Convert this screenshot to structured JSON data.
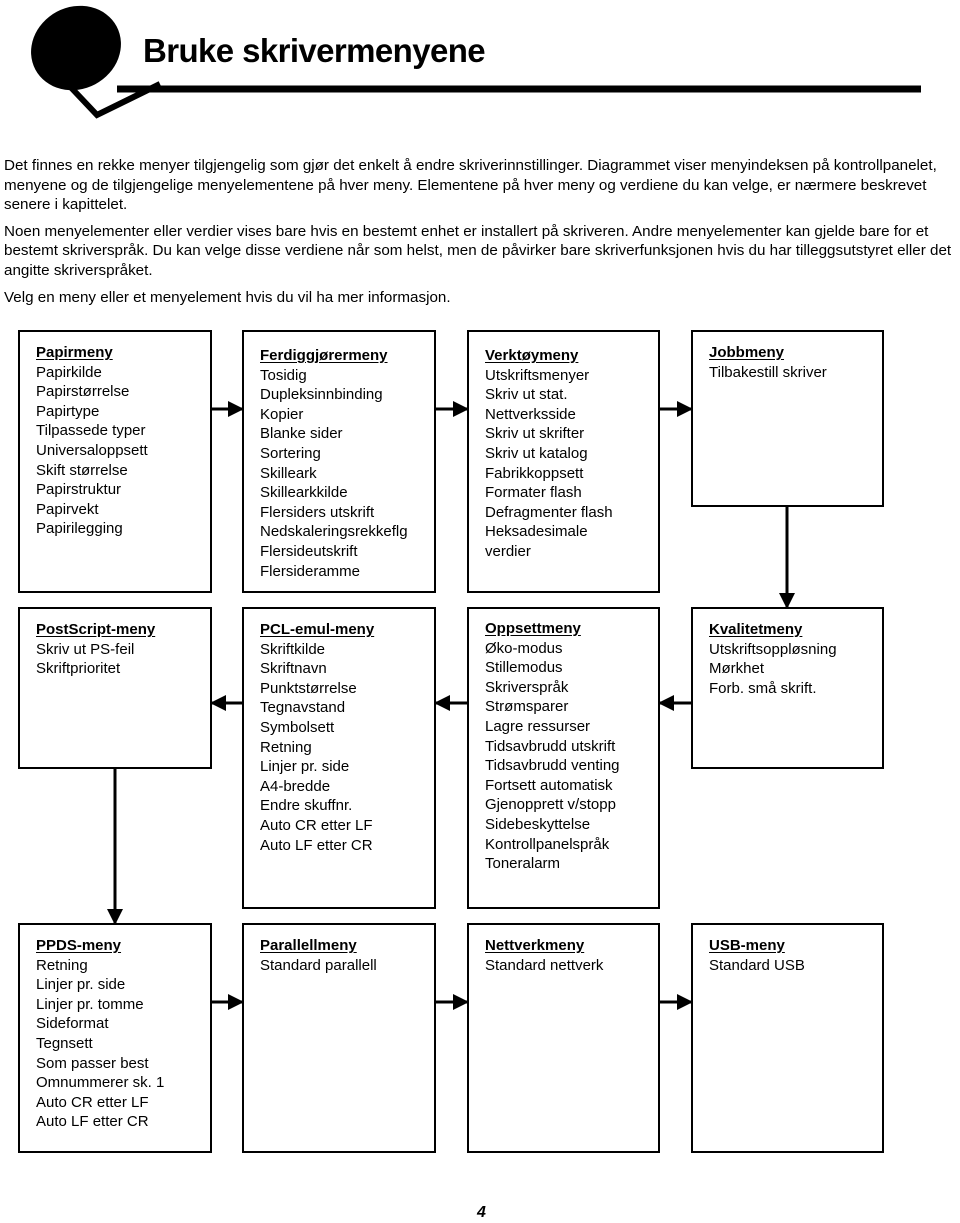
{
  "page": {
    "title": "Bruke skrivermenyene",
    "page_number": "4"
  },
  "intro": {
    "paragraphs": [
      "Det finnes en rekke menyer tilgjengelig som gjør det enkelt å endre skriverinnstillinger. Diagrammet viser menyindeksen på kontrollpanelet, menyene og de tilgjengelige menyelementene på hver meny. Elementene på hver meny og verdiene du kan velge, er nærmere beskrevet senere i kapittelet.",
      "Noen menyelementer eller verdier vises bare hvis en bestemt enhet er installert på skriveren. Andre menyelementer kan gjelde bare for et bestemt skriverspråk. Du kan velge disse verdiene når som helst, men de påvirker bare skriverfunksjonen hvis du har tilleggsutstyret eller det angitte skriverspråket.",
      "Velg en meny eller et menyelement hvis du vil ha mer informasjon."
    ]
  },
  "menus": [
    {
      "title": "Papirmeny",
      "items": [
        "Papirkilde",
        "Papirstørrelse",
        "Papirtype",
        "Tilpassede typer",
        "Universaloppsett",
        "Skift størrelse",
        "Papirstruktur",
        "Papirvekt",
        "Papirilegging"
      ]
    },
    {
      "title": "Ferdiggjørermeny",
      "items": [
        "Tosidig",
        "Dupleksinnbinding",
        "Kopier",
        "Blanke sider",
        "Sortering",
        "Skilleark",
        "Skillearkkilde",
        "Flersiders utskrift",
        "Nedskaleringsrekkeflg",
        "Flersideutskrift",
        "Flersideramme"
      ]
    },
    {
      "title": "Verktøymeny",
      "items": [
        "Utskriftsmenyer",
        "Skriv ut stat.",
        "Nettverksside",
        "Skriv ut skrifter",
        "Skriv ut katalog",
        "Fabrikkoppsett",
        "Formater flash",
        "Defragmenter flash",
        "Heksadesimale",
        "verdier"
      ]
    },
    {
      "title": "Jobbmeny",
      "items": [
        "Tilbakestill skriver"
      ]
    },
    {
      "title": "PostScript-meny",
      "items": [
        "Skriv ut PS-feil",
        "Skriftprioritet"
      ]
    },
    {
      "title": "PCL-emul-meny",
      "items": [
        "Skriftkilde",
        "Skriftnavn",
        "Punktstørrelse",
        "Tegnavstand",
        "Symbolsett",
        "Retning",
        "Linjer pr. side",
        "A4-bredde",
        "Endre skuffnr.",
        "Auto CR etter LF",
        "Auto LF etter CR"
      ]
    },
    {
      "title": "Oppsettmeny",
      "items": [
        "Øko-modus",
        "Stillemodus",
        "Skriverspråk",
        "Strømsparer",
        "Lagre ressurser",
        "Tidsavbrudd utskrift",
        "Tidsavbrudd venting",
        "Fortsett automatisk",
        "Gjenopprett v/stopp",
        "Sidebeskyttelse",
        "Kontrollpanelspråk",
        "Toneralarm"
      ]
    },
    {
      "title": "Kvalitetmeny",
      "items": [
        "Utskriftsoppløsning",
        "Mørkhet",
        "Forb. små skrift."
      ]
    },
    {
      "title": "PPDS-meny",
      "items": [
        "Retning",
        "Linjer pr. side",
        "Linjer pr. tomme",
        "Sideformat",
        "Tegnsett",
        "Som passer best",
        "Omnummerer sk. 1",
        "Auto CR etter LF",
        "Auto LF etter CR"
      ]
    },
    {
      "title": "Parallellmeny",
      "items": [
        "Standard parallell"
      ]
    },
    {
      "title": "Nettverkmeny",
      "items": [
        "Standard nettverk"
      ]
    },
    {
      "title": "USB-meny",
      "items": [
        "Standard USB"
      ]
    }
  ]
}
